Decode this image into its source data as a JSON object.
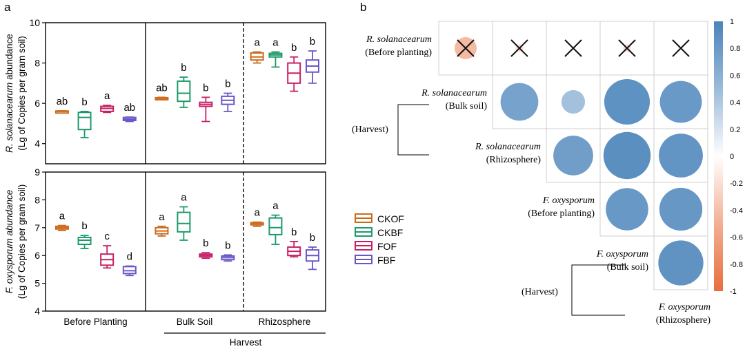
{
  "panels": {
    "a": "a",
    "b": "b"
  },
  "colors": {
    "CKOF": "#cc6a1c",
    "CKBF": "#1c9a6a",
    "FOF": "#c81e64",
    "FBF": "#6a56c8",
    "pos": "#5b8fbe",
    "neg": "#e8825a"
  },
  "chart_data": [
    {
      "type": "box",
      "panel": "a-top",
      "ylabel_line1": "R. solanacearum abundance",
      "ylabel_line2": "(Lg of Copies per gram soil)",
      "ylim": [
        3,
        10
      ],
      "yticks": [
        4,
        6,
        8,
        10
      ],
      "groups": [
        {
          "name": "Before Planting",
          "boxes": [
            {
              "series": "CKOF",
              "min": 5.55,
              "q1": 5.57,
              "median": 5.6,
              "q3": 5.62,
              "max": 5.63,
              "letter": "ab"
            },
            {
              "series": "CKBF",
              "min": 4.3,
              "q1": 4.7,
              "median": 5.3,
              "q3": 5.55,
              "max": 5.6,
              "letter": "b"
            },
            {
              "series": "FOF",
              "min": 5.55,
              "q1": 5.6,
              "median": 5.75,
              "q3": 5.85,
              "max": 5.9,
              "letter": "a"
            },
            {
              "series": "FBF",
              "min": 5.1,
              "q1": 5.15,
              "median": 5.22,
              "q3": 5.3,
              "max": 5.32,
              "letter": "ab"
            }
          ]
        },
        {
          "name": "Bulk Soil",
          "boxes": [
            {
              "series": "CKOF",
              "min": 6.2,
              "q1": 6.22,
              "median": 6.25,
              "q3": 6.28,
              "max": 6.3,
              "letter": "ab"
            },
            {
              "series": "CKBF",
              "min": 5.8,
              "q1": 6.1,
              "median": 6.5,
              "q3": 7.1,
              "max": 7.3,
              "letter": "b"
            },
            {
              "series": "FOF",
              "min": 5.1,
              "q1": 5.85,
              "median": 5.95,
              "q3": 6.05,
              "max": 6.3,
              "letter": "b"
            },
            {
              "series": "FBF",
              "min": 5.6,
              "q1": 5.95,
              "median": 6.15,
              "q3": 6.35,
              "max": 6.5,
              "letter": "b"
            }
          ]
        },
        {
          "name": "Rhizosphere",
          "boxes": [
            {
              "series": "CKOF",
              "min": 8.0,
              "q1": 8.15,
              "median": 8.3,
              "q3": 8.5,
              "max": 8.55,
              "letter": "a"
            },
            {
              "series": "CKBF",
              "min": 7.8,
              "q1": 8.3,
              "median": 8.4,
              "q3": 8.48,
              "max": 8.55,
              "letter": "a"
            },
            {
              "series": "FOF",
              "min": 6.6,
              "q1": 7.0,
              "median": 7.5,
              "q3": 8.0,
              "max": 8.3,
              "letter": "b"
            },
            {
              "series": "FBF",
              "min": 7.0,
              "q1": 7.55,
              "median": 7.85,
              "q3": 8.15,
              "max": 8.6,
              "letter": "b"
            }
          ]
        }
      ]
    },
    {
      "type": "box",
      "panel": "a-bottom",
      "ylabel_line1": "F. oxysporum abundance",
      "ylabel_line2": "(Lg of Copies per gram soil)",
      "ylim": [
        4,
        9
      ],
      "yticks": [
        4,
        5,
        6,
        7,
        8,
        9
      ],
      "groups": [
        {
          "name": "Before Planting",
          "boxes": [
            {
              "series": "CKOF",
              "min": 6.9,
              "q1": 6.95,
              "median": 7.0,
              "q3": 7.05,
              "max": 7.08,
              "letter": "a"
            },
            {
              "series": "CKBF",
              "min": 6.25,
              "q1": 6.4,
              "median": 6.55,
              "q3": 6.65,
              "max": 6.72,
              "letter": "b"
            },
            {
              "series": "FOF",
              "min": 5.55,
              "q1": 5.65,
              "median": 5.85,
              "q3": 6.05,
              "max": 6.35,
              "letter": "c"
            },
            {
              "series": "FBF",
              "min": 5.28,
              "q1": 5.35,
              "median": 5.45,
              "q3": 5.6,
              "max": 5.62,
              "letter": "d"
            }
          ]
        },
        {
          "name": "Bulk Soil",
          "boxes": [
            {
              "series": "CKOF",
              "min": 6.7,
              "q1": 6.78,
              "median": 6.88,
              "q3": 7.0,
              "max": 7.05,
              "letter": "a"
            },
            {
              "series": "CKBF",
              "min": 6.55,
              "q1": 6.85,
              "median": 7.15,
              "q3": 7.55,
              "max": 7.75,
              "letter": "a"
            },
            {
              "series": "FOF",
              "min": 5.9,
              "q1": 5.95,
              "median": 6.0,
              "q3": 6.05,
              "max": 6.1,
              "letter": "b"
            },
            {
              "series": "FBF",
              "min": 5.8,
              "q1": 5.85,
              "median": 5.92,
              "q3": 5.98,
              "max": 6.02,
              "letter": "b"
            }
          ]
        },
        {
          "name": "Rhizosphere",
          "boxes": [
            {
              "series": "CKOF",
              "min": 7.05,
              "q1": 7.1,
              "median": 7.15,
              "q3": 7.18,
              "max": 7.2,
              "letter": "a"
            },
            {
              "series": "CKBF",
              "min": 6.4,
              "q1": 6.75,
              "median": 7.0,
              "q3": 7.35,
              "max": 7.45,
              "letter": "a"
            },
            {
              "series": "FOF",
              "min": 5.95,
              "q1": 6.0,
              "median": 6.15,
              "q3": 6.3,
              "max": 6.5,
              "letter": "b"
            },
            {
              "series": "FBF",
              "min": 5.5,
              "q1": 5.8,
              "median": 6.0,
              "q3": 6.2,
              "max": 6.3,
              "letter": "b"
            }
          ]
        }
      ]
    },
    {
      "type": "heatmap",
      "panel": "b",
      "vars": [
        {
          "name": "R. solanacearum",
          "sub": "(Before planting)"
        },
        {
          "name": "R. solanacearum",
          "sub": "(Bulk soil)"
        },
        {
          "name": "R. solanacearum",
          "sub": "(Rhizosphere)"
        },
        {
          "name": "F. oxysporum",
          "sub": "(Before planting)"
        },
        {
          "name": "F. oxysporum",
          "sub": "(Bulk soil)"
        },
        {
          "name": "F. oxysporum",
          "sub": "(Rhizosphere)"
        }
      ],
      "cells": [
        {
          "row": 0,
          "col": 1,
          "r": -0.42,
          "crossed": true
        },
        {
          "row": 0,
          "col": 2,
          "r": -0.15,
          "crossed": true
        },
        {
          "row": 0,
          "col": 3,
          "r": 0.0,
          "crossed": true
        },
        {
          "row": 0,
          "col": 4,
          "r": -0.15,
          "crossed": true
        },
        {
          "row": 0,
          "col": 5,
          "r": 0.0,
          "crossed": true
        },
        {
          "row": 1,
          "col": 2,
          "r": 0.72
        },
        {
          "row": 1,
          "col": 3,
          "r": 0.45
        },
        {
          "row": 1,
          "col": 4,
          "r": 0.87
        },
        {
          "row": 1,
          "col": 5,
          "r": 0.8
        },
        {
          "row": 2,
          "col": 3,
          "r": 0.76
        },
        {
          "row": 2,
          "col": 4,
          "r": 0.9
        },
        {
          "row": 2,
          "col": 5,
          "r": 0.84
        },
        {
          "row": 3,
          "col": 4,
          "r": 0.81
        },
        {
          "row": 3,
          "col": 5,
          "r": 0.82
        },
        {
          "row": 4,
          "col": 5,
          "r": 0.86
        }
      ],
      "colorbar_ticks": [
        "1",
        "0.8",
        "0.6",
        "0.4",
        "0.2",
        "0",
        "-0.2",
        "-0.4",
        "-0.6",
        "-0.8",
        "-1"
      ]
    }
  ],
  "legend": [
    "CKOF",
    "CKBF",
    "FOF",
    "FBF"
  ],
  "harvest_label": "Harvest",
  "harvest_paren": "(Harvest)"
}
